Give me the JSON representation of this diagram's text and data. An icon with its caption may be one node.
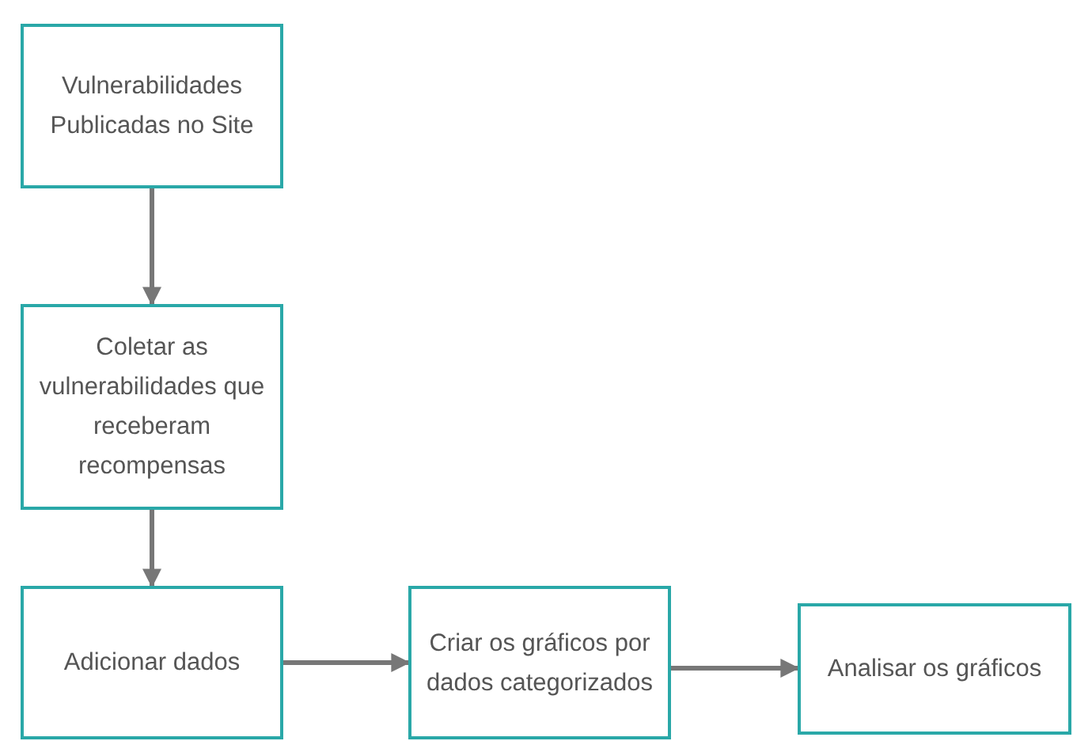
{
  "diagram": {
    "nodes": [
      {
        "text": [
          "Vulnerabilidades Publicadas no Site"
        ]
      },
      {
        "text": [
          "Coletar as vulnerabilidades que receberam recompensas"
        ]
      },
      {
        "text": [
          "Adicionar dados"
        ]
      },
      {
        "text": [
          "Criar os gráficos por dados categorizados"
        ]
      },
      {
        "text": [
          "Analisar os gráficos"
        ]
      }
    ],
    "edges": [
      {
        "from": 0,
        "to": 1,
        "arrow": "to"
      },
      {
        "from": 1,
        "to": 2,
        "arrow": "to"
      },
      {
        "from": 2,
        "to": 3,
        "arrow": "to"
      },
      {
        "from": 3,
        "to": 4,
        "arrow": "to"
      }
    ]
  }
}
